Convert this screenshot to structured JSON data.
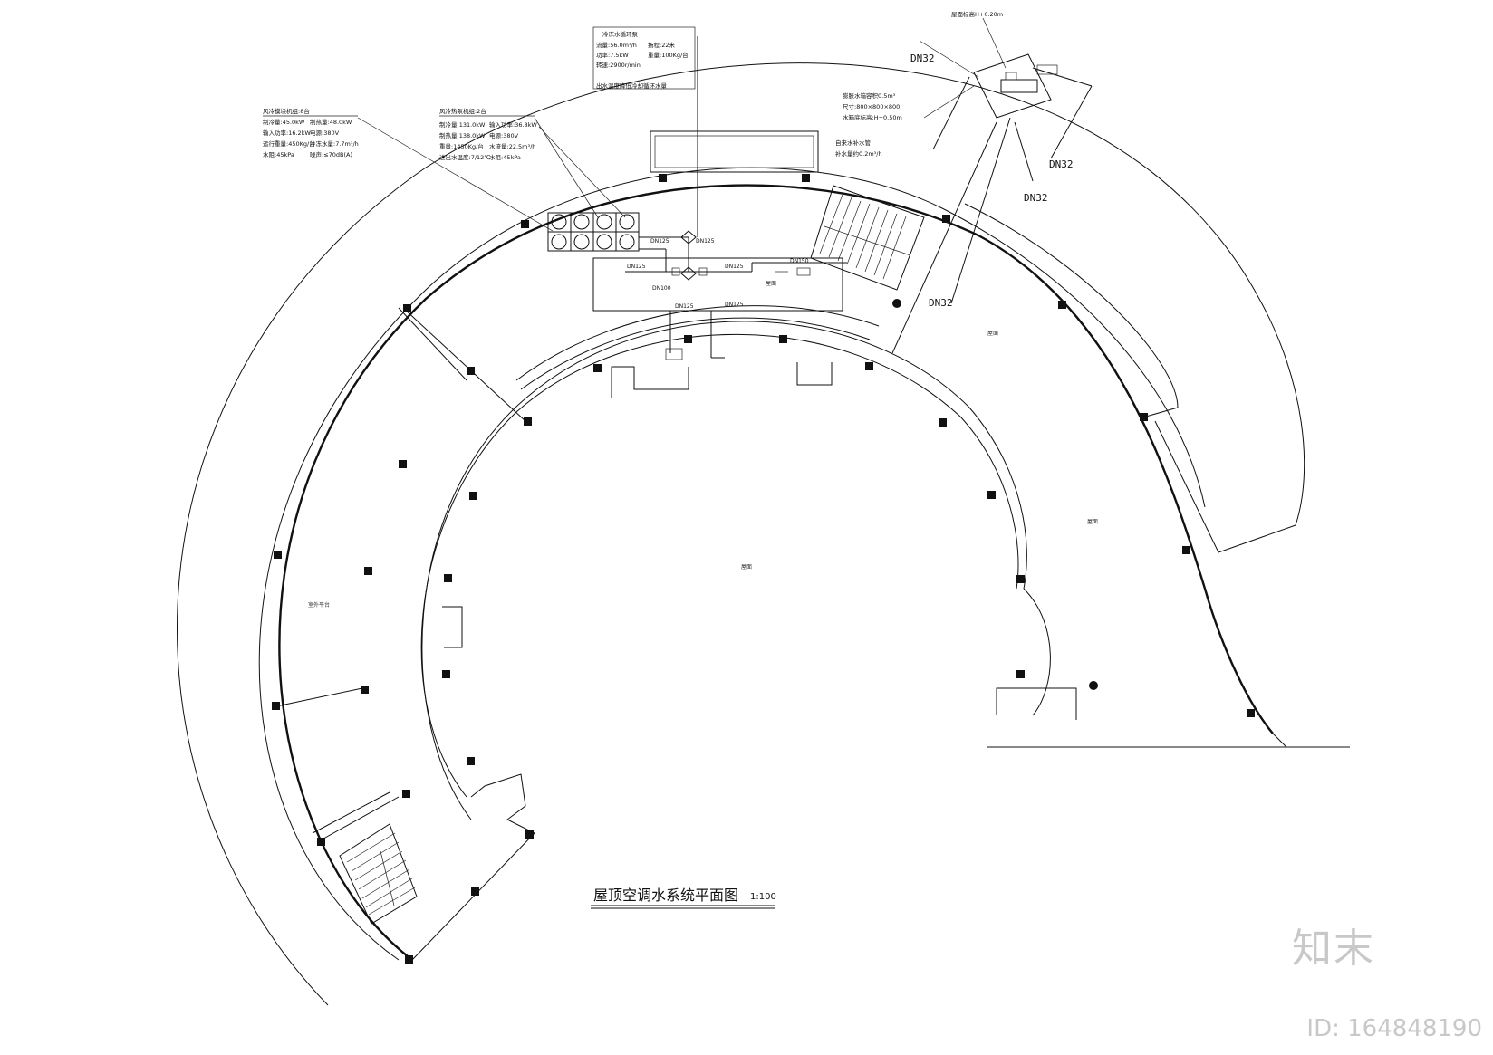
{
  "drawing": {
    "title": "屋顶空调水系统平面图",
    "scale": "1:100"
  },
  "pipe_sizes": {
    "dn32_a": "DN32",
    "dn32_b": "DN32",
    "dn32_c": "DN32",
    "dn32_d": "DN32",
    "dn25_a": "DN125",
    "dn25_b": "DN125",
    "dn25_c": "DN125",
    "dn25_d": "DN125",
    "dn25_e": "DN125",
    "dn25_f": "DN125",
    "dn100": "DN100",
    "dn150": "DN150"
  },
  "annotations": {
    "pump": {
      "heading": "冷冻水循环泵",
      "lines": [
        "流量:56.0m³/h",
        "扬程:22米",
        "功率:7.5kW",
        "重量:100Kg/台",
        "转速:2900r/min",
        "出水温度降低冷却循环水量"
      ]
    },
    "chiller_a": {
      "heading": "风冷模块机组:8台",
      "lines": [
        "制冷量:45.0kW",
        "制热量:48.0kW",
        "输入功率:16.2kW",
        "电源:380V",
        "运行重量:450Kg/台",
        "冷冻水量:7.7m³/h",
        "水阻:45kPa",
        "噪声:≤70dB(A)"
      ]
    },
    "chiller_b": {
      "heading": "风冷热泵机组:2台",
      "lines": [
        "制冷量:131.0kW",
        "输入功率:36.8kW",
        "制热量:138.0kW",
        "电源:380V",
        "重量:1450Kg/台",
        "水流量:22.5m³/h",
        "进出水温度:7/12℃",
        "水阻:45kPa"
      ]
    },
    "expansion_tank": {
      "heading": "膨胀水箱容积0.5m³",
      "lines": [
        "尺寸:800×800×800",
        "水箱底标高:H+0.50m"
      ]
    },
    "makeup": {
      "heading": "自来水补水管",
      "lines": [
        "补水量约0.2m³/h"
      ]
    },
    "roof_level": "屋面标高H+0.20m"
  },
  "rooms": {
    "r1": "室外平台",
    "r2": "屋面",
    "r3": "屋面",
    "r4": "屋面",
    "r5": "屋面"
  },
  "watermark": {
    "logo": "知末",
    "id": "ID: 164848190"
  }
}
